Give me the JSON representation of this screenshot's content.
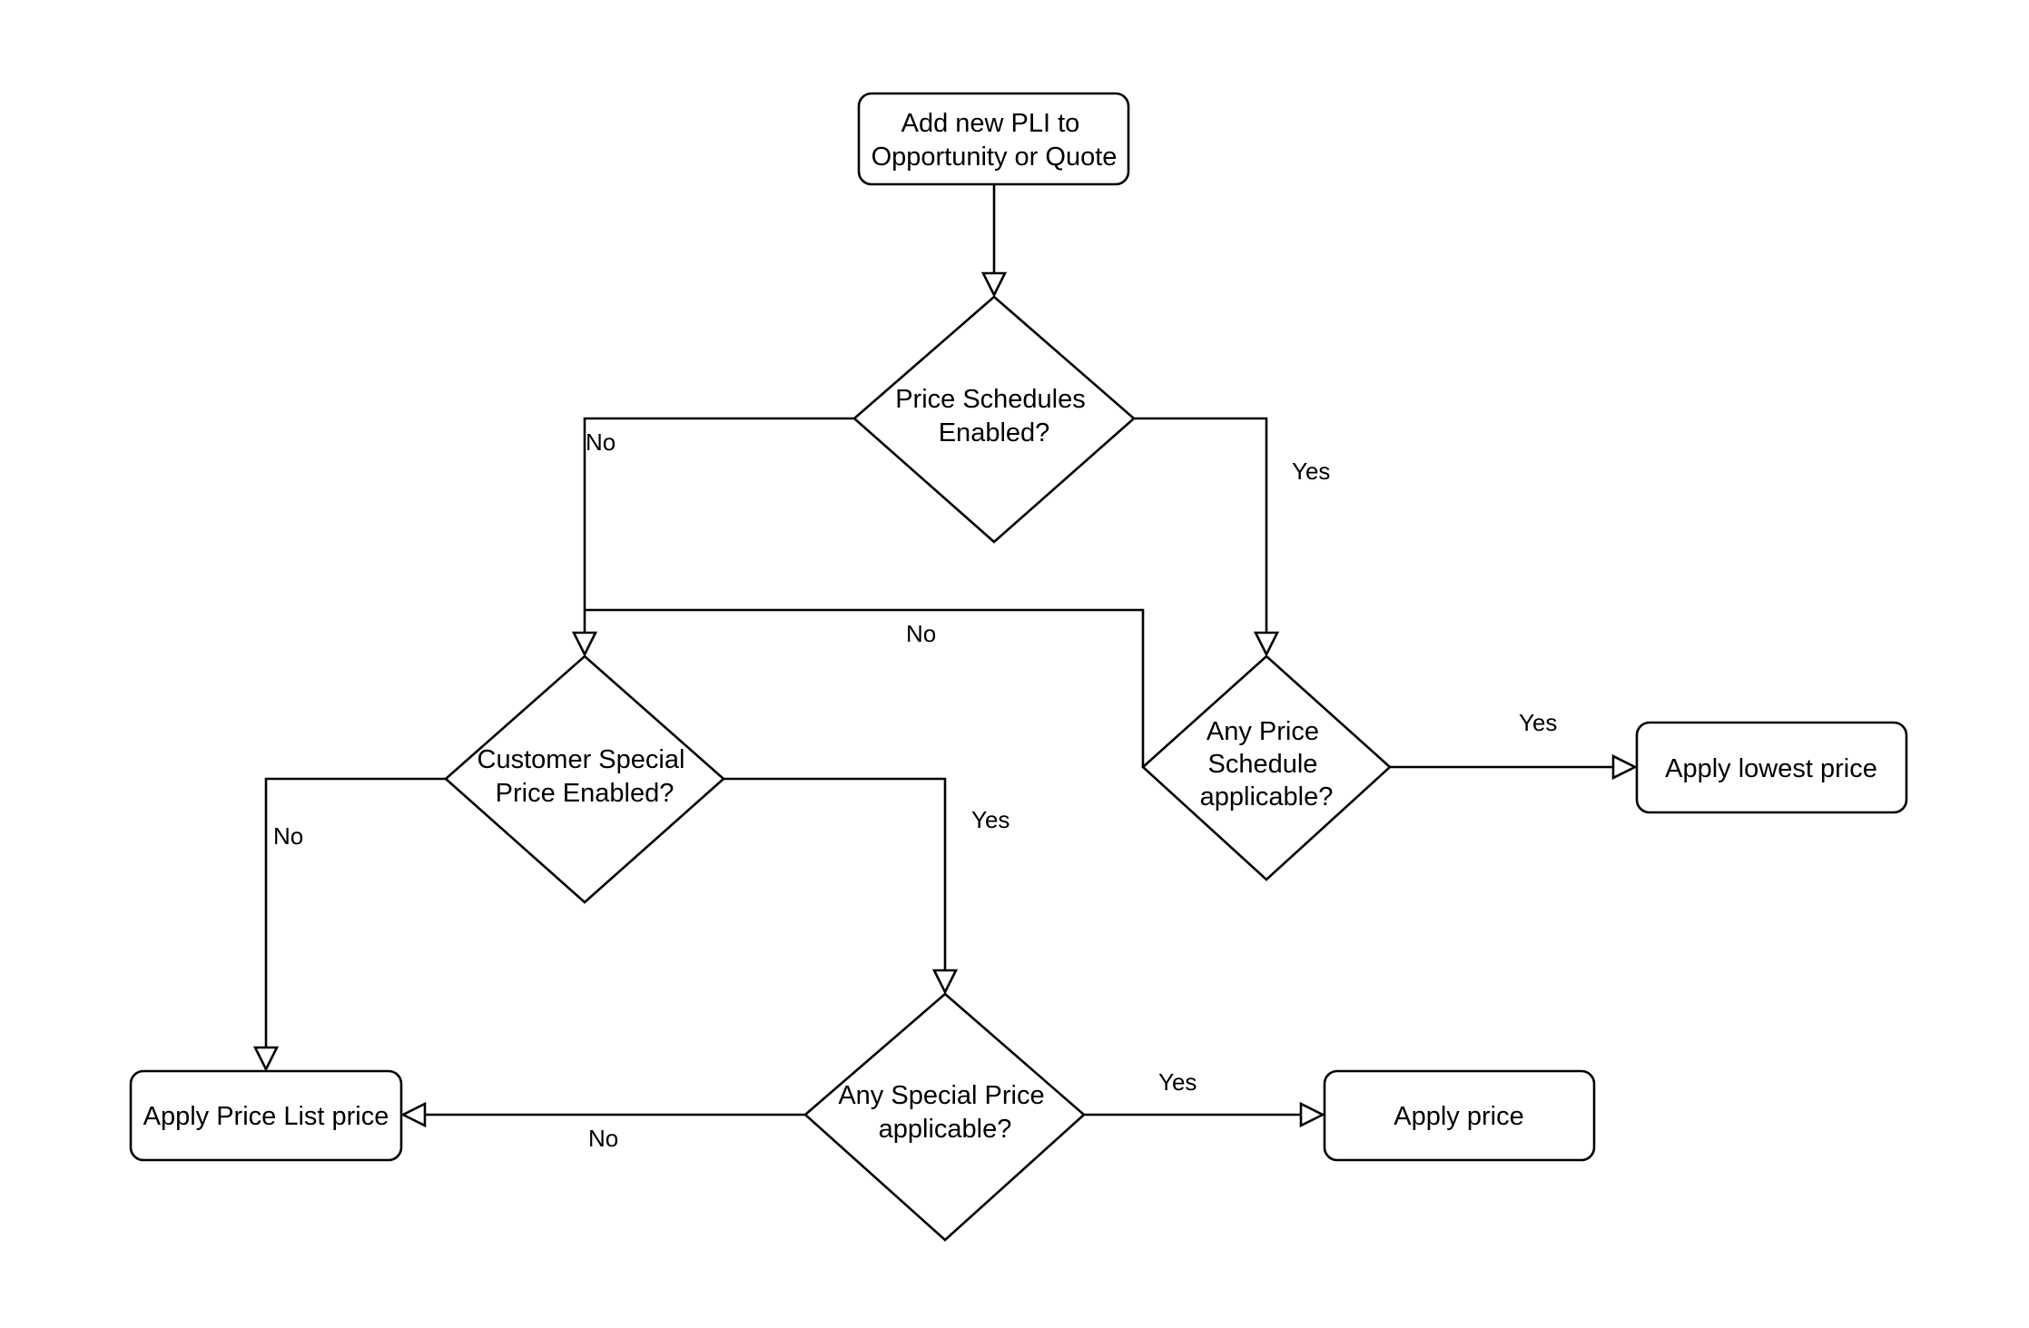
{
  "nodes": {
    "start": {
      "lines": [
        "Add new PLI to",
        "Opportunity or Quote"
      ]
    },
    "price_schedules_enabled": {
      "lines": [
        "Price Schedules",
        "Enabled?"
      ]
    },
    "any_price_schedule_applicable": {
      "lines": [
        "Any Price",
        "Schedule",
        "applicable?"
      ]
    },
    "customer_special_price_enabled": {
      "lines": [
        "Customer Special",
        "Price Enabled?"
      ]
    },
    "any_special_price_applicable": {
      "lines": [
        "Any Special Price",
        "applicable?"
      ]
    },
    "apply_lowest_price": {
      "lines": [
        "Apply lowest price"
      ]
    },
    "apply_price_list_price": {
      "lines": [
        "Apply Price List price"
      ]
    },
    "apply_price": {
      "lines": [
        "Apply price"
      ]
    }
  },
  "edges": {
    "schedules_no": "No",
    "schedules_yes": "Yes",
    "schedule_applicable_no": "No",
    "schedule_applicable_yes": "Yes",
    "customer_special_no": "No",
    "customer_special_yes": "Yes",
    "special_applicable_no": "No",
    "special_applicable_yes": "Yes"
  }
}
